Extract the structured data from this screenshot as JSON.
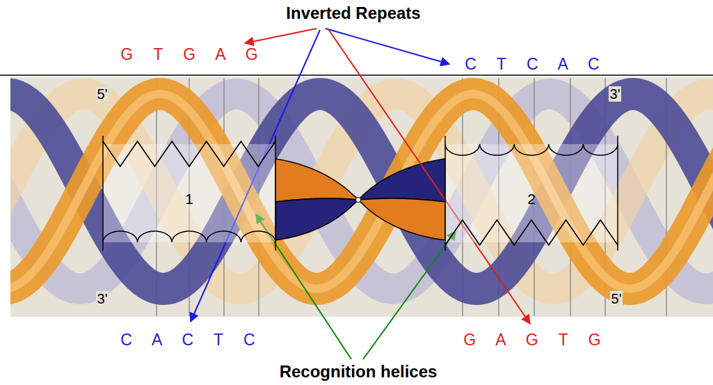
{
  "diagram": {
    "nodes": [
      {
        "text": [
          "1"
        ]
      },
      {
        "text": [
          "2"
        ]
      }
    ],
    "labels": [
      "Inverted Repeats",
      "G T G A G",
      "C T C A C",
      "5'",
      "3'",
      "3'",
      "5'",
      "C A C T C",
      "G A G T G",
      "Recognition helices"
    ]
  }
}
